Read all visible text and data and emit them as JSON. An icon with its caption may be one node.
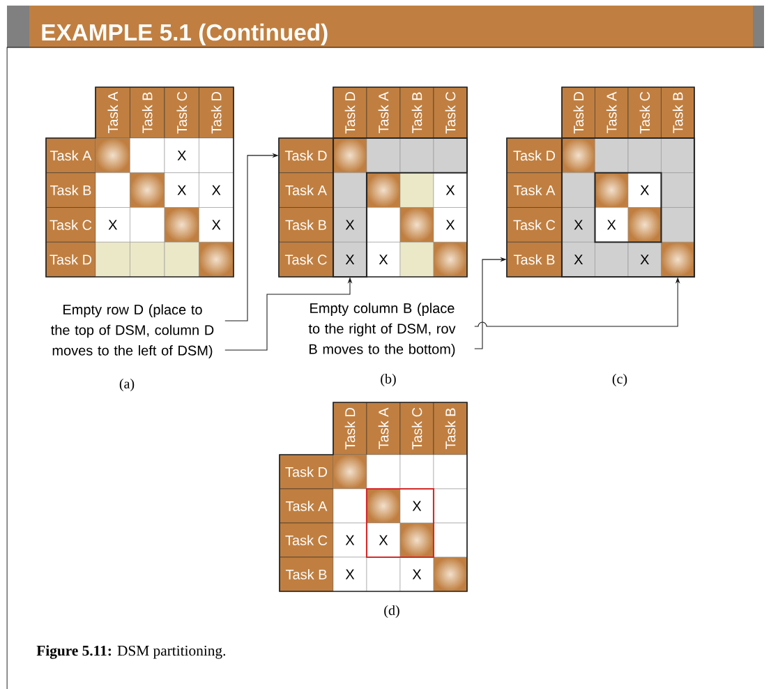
{
  "diagram": {
    "title": "EXAMPLE 5.1 (Continued)",
    "caption": "**Figure 5.11:** DSM partitioning.",
    "nodes": [
      {
        "text": [
          "Task A"
        ]
      },
      {
        "text": [
          "Task B"
        ]
      },
      {
        "text": [
          "Task C"
        ]
      },
      {
        "text": [
          "Task D"
        ]
      },
      {
        "text": [
          "Task A"
        ]
      },
      {
        "text": [],
        "shape": "box"
      },
      {
        "text": [],
        "shape": "box"
      },
      {
        "text": [
          "X"
        ]
      },
      {
        "text": [],
        "shape": "box"
      },
      {
        "text": [
          "Task B"
        ]
      },
      {
        "text": [],
        "shape": "box"
      },
      {
        "text": [],
        "shape": "box"
      },
      {
        "text": [
          "X"
        ]
      },
      {
        "text": [
          "X"
        ]
      },
      {
        "text": [
          "Task C"
        ]
      },
      {
        "text": [
          "X"
        ]
      },
      {
        "text": [],
        "shape": "box"
      },
      {
        "text": [],
        "shape": "box"
      },
      {
        "text": [
          "X"
        ]
      },
      {
        "text": [
          "Task D"
        ]
      },
      {
        "text": [],
        "shape": "box"
      },
      {
        "text": [],
        "shape": "box"
      },
      {
        "text": [],
        "shape": "box"
      },
      {
        "text": [],
        "shape": "box"
      },
      {
        "text": [
          "Task D"
        ]
      },
      {
        "text": [
          "Task A"
        ]
      },
      {
        "text": [
          "Task B"
        ]
      },
      {
        "text": [
          "Task C"
        ]
      },
      {
        "text": [
          "Task D"
        ]
      },
      {
        "text": [],
        "shape": "box"
      },
      {
        "text": [],
        "shape": "box"
      },
      {
        "text": [],
        "shape": "box"
      },
      {
        "text": [],
        "shape": "box"
      },
      {
        "text": [
          "Task A"
        ]
      },
      {
        "text": [],
        "shape": "box"
      },
      {
        "text": [],
        "shape": "box"
      },
      {
        "text": [],
        "shape": "box"
      },
      {
        "text": [
          "X"
        ]
      },
      {
        "text": [
          "Task B"
        ]
      },
      {
        "text": [
          "X"
        ]
      },
      {
        "text": [],
        "shape": "box"
      },
      {
        "text": [],
        "shape": "box"
      },
      {
        "text": [
          "X"
        ]
      },
      {
        "text": [
          "Task C"
        ]
      },
      {
        "text": [
          "X"
        ]
      },
      {
        "text": [
          "X"
        ]
      },
      {
        "text": [],
        "shape": "box"
      },
      {
        "text": [],
        "shape": "box"
      },
      {
        "text": [
          "Task D"
        ]
      },
      {
        "text": [
          "Task A"
        ]
      },
      {
        "text": [
          "Task C"
        ]
      },
      {
        "text": [
          "Task B"
        ]
      },
      {
        "text": [
          "Task D"
        ]
      },
      {
        "text": [],
        "shape": "box"
      },
      {
        "text": [],
        "shape": "box"
      },
      {
        "text": [],
        "shape": "box"
      },
      {
        "text": [],
        "shape": "box"
      },
      {
        "text": [
          "Task A"
        ]
      },
      {
        "text": [],
        "shape": "box"
      },
      {
        "text": [],
        "shape": "box"
      },
      {
        "text": [
          "X"
        ]
      },
      {
        "text": [],
        "shape": "box"
      },
      {
        "text": [
          "Task C"
        ]
      },
      {
        "text": [
          "X"
        ]
      },
      {
        "text": [
          "X"
        ]
      },
      {
        "text": [],
        "shape": "box"
      },
      {
        "text": [],
        "shape": "box"
      },
      {
        "text": [
          "Task B"
        ]
      },
      {
        "text": [
          "X"
        ]
      },
      {
        "text": [],
        "shape": "box"
      },
      {
        "text": [
          "X"
        ]
      },
      {
        "text": [],
        "shape": "box"
      },
      {
        "text": [
          "Empty row D (place to the top of DSM, column D moves to the left of DSM)"
        ]
      },
      {
        "text": [
          "Empty column B (place to the right of DSM, rov B moves to the bottom)"
        ]
      },
      {
        "text": [
          "Task D"
        ]
      },
      {
        "text": [
          "Task A"
        ]
      },
      {
        "text": [
          "Task C"
        ]
      },
      {
        "text": [
          "Task B"
        ]
      },
      {
        "text": [
          "Task D"
        ]
      },
      {
        "text": [],
        "shape": "box"
      },
      {
        "text": [],
        "shape": "box"
      },
      {
        "text": [],
        "shape": "box"
      },
      {
        "text": [],
        "shape": "box"
      },
      {
        "text": [
          "Task A"
        ]
      },
      {
        "text": [],
        "shape": "box"
      },
      {
        "text": [],
        "shape": "box"
      },
      {
        "text": [
          "X"
        ]
      },
      {
        "text": [],
        "shape": "box"
      },
      {
        "text": [
          "Task C"
        ]
      },
      {
        "text": [
          "X"
        ]
      },
      {
        "text": [
          "X"
        ]
      },
      {
        "text": [],
        "shape": "box"
      },
      {
        "text": [],
        "shape": "box"
      },
      {
        "text": [
          "Task B"
        ]
      },
      {
        "text": [
          "X"
        ]
      },
      {
        "text": [],
        "shape": "box"
      },
      {
        "text": [
          "X"
        ]
      },
      {
        "text": [],
        "shape": "box"
      }
    ],
    "edges": [
      {
        "from": 72,
        "to": 28,
        "arrow": "to"
      },
      {
        "from": 72,
        "to": 44,
        "arrow": "to"
      },
      {
        "from": 73,
        "to": 67,
        "arrow": "to"
      },
      {
        "from": 73,
        "to": 71,
        "arrow": "to"
      }
    ],
    "labels": [
      "(a)",
      "(b)",
      "(c)",
      "(d)"
    ]
  }
}
